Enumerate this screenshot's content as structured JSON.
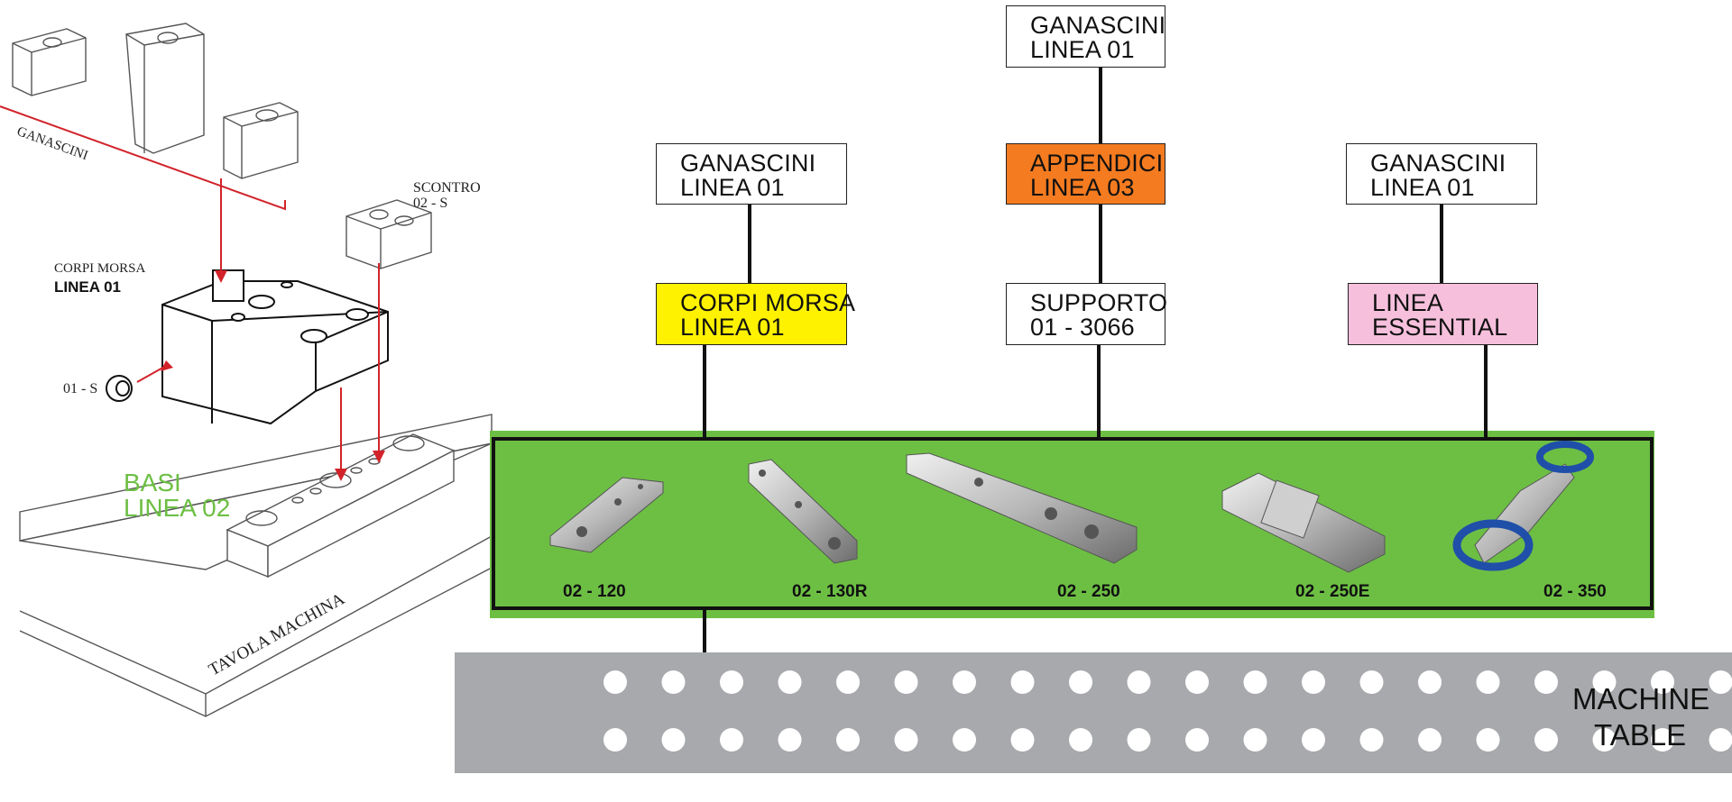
{
  "diagram": {
    "left_labels": {
      "ganascini": "GANASCINI",
      "scontro_line1": "SCONTRO",
      "scontro_line2": "02 - S",
      "corpi_morsa_line1": "CORPI MORSA",
      "corpi_morsa_line2": "LINEA 01",
      "part_01s": "01 - S",
      "basi_line1": "BASI",
      "basi_line2": "LINEA 02",
      "tavola": "TAVOLA MACHINA"
    },
    "boxes": {
      "col1_top": {
        "line1": "GANASCINI",
        "line2": "LINEA 01",
        "bg": "#ffffff"
      },
      "col1_mid": {
        "line1": "CORPI MORSA",
        "line2": "LINEA 01",
        "bg": "#fff200"
      },
      "col2_top": {
        "line1": "GANASCINI",
        "line2": "LINEA 01",
        "bg": "#ffffff"
      },
      "col2_mid": {
        "line1": "APPENDICI",
        "line2": "LINEA 03",
        "bg": "#f47b20"
      },
      "col2_bot": {
        "line1": "SUPPORTO",
        "line2": "01 - 3066",
        "bg": "#ffffff"
      },
      "col3_top": {
        "line1": "GANASCINI",
        "line2": "LINEA 01",
        "bg": "#ffffff"
      },
      "col3_mid": {
        "line1": "LINEA",
        "line2": "ESSENTIAL",
        "bg": "#f6c0dc"
      }
    },
    "products": [
      {
        "label": "02 - 120"
      },
      {
        "label": "02 - 130R"
      },
      {
        "label": "02 - 250"
      },
      {
        "label": "02 - 250E"
      },
      {
        "label": "02 - 350"
      }
    ],
    "machine_table": {
      "line1": "MACHINE",
      "line2": "TABLE"
    },
    "colors": {
      "green": "#6dbf44",
      "grey": "#a7a9ac",
      "red": "#d2232a",
      "orange": "#f47b20",
      "yellow": "#fff200",
      "pink": "#f6c0dc",
      "blue": "#1f4fa8"
    }
  }
}
